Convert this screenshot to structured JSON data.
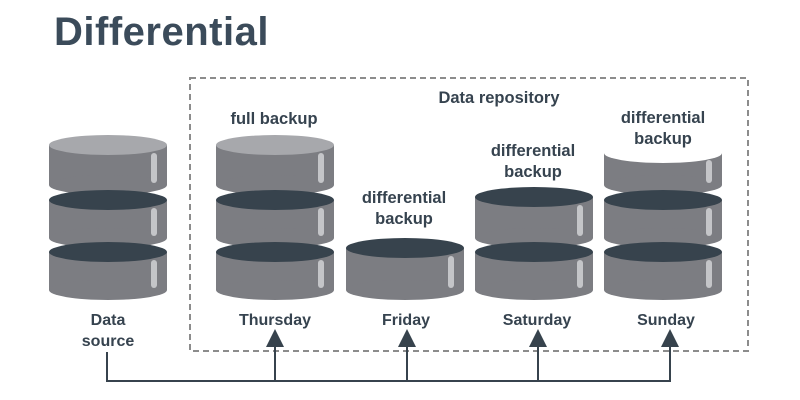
{
  "title": "Differential",
  "repository_label": "Data repository",
  "source": {
    "label_line1": "Data",
    "label_line2": "source"
  },
  "columns": [
    {
      "day": "Thursday",
      "caption_line1": "full backup",
      "caption_line2": ""
    },
    {
      "day": "Friday",
      "caption_line1": "differential",
      "caption_line2": "backup"
    },
    {
      "day": "Saturday",
      "caption_line1": "differential",
      "caption_line2": "backup"
    },
    {
      "day": "Sunday",
      "caption_line1": "differential",
      "caption_line2": "backup"
    }
  ],
  "colors": {
    "disk_body": "#7c7d82",
    "disk_top": "#a7a8ac",
    "disk_dark": "#37434d",
    "highlight": "#c4c5c8",
    "text": "#36434f",
    "dashed_border": "#8c8c8c",
    "connector": "#37434d"
  }
}
